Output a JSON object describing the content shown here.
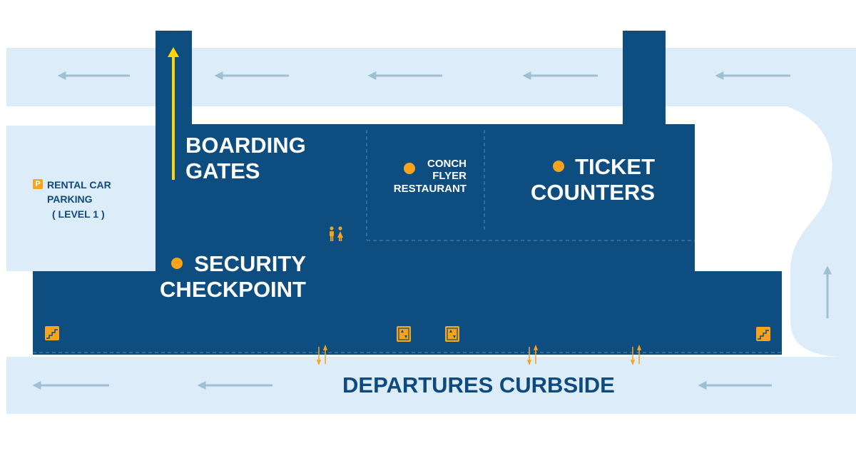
{
  "colors": {
    "terminal": "#0e4d80",
    "road": "#dcecf8",
    "arrow": "#9fbfd3",
    "accent": "#f7a31c",
    "gates_arrow": "#ffd400",
    "curb_label": "#0e4a7f"
  },
  "areas": {
    "boarding_gates": {
      "lines": [
        "BOARDING",
        "GATES"
      ]
    },
    "security_checkpoint": {
      "lines": [
        "SECURITY",
        "CHECKPOINT"
      ]
    },
    "ticket_counters": {
      "lines": [
        "TICKET",
        "COUNTERS"
      ]
    },
    "restaurant": {
      "lines": [
        "CONCH",
        "FLYER",
        "RESTAURANT"
      ]
    }
  },
  "rental_car_parking": {
    "badge": "P",
    "lines": [
      "RENTAL CAR",
      "PARKING",
      "( LEVEL 1 )"
    ]
  },
  "curbside": {
    "label": "DEPARTURES CURBSIDE"
  },
  "icons": {
    "restrooms": "restroom-icon",
    "elevators": "elevator-icon",
    "stairs": "stairs-icon",
    "doors": "entrance-door-icon",
    "traffic_arrows": "traffic-direction-arrow-icon"
  }
}
